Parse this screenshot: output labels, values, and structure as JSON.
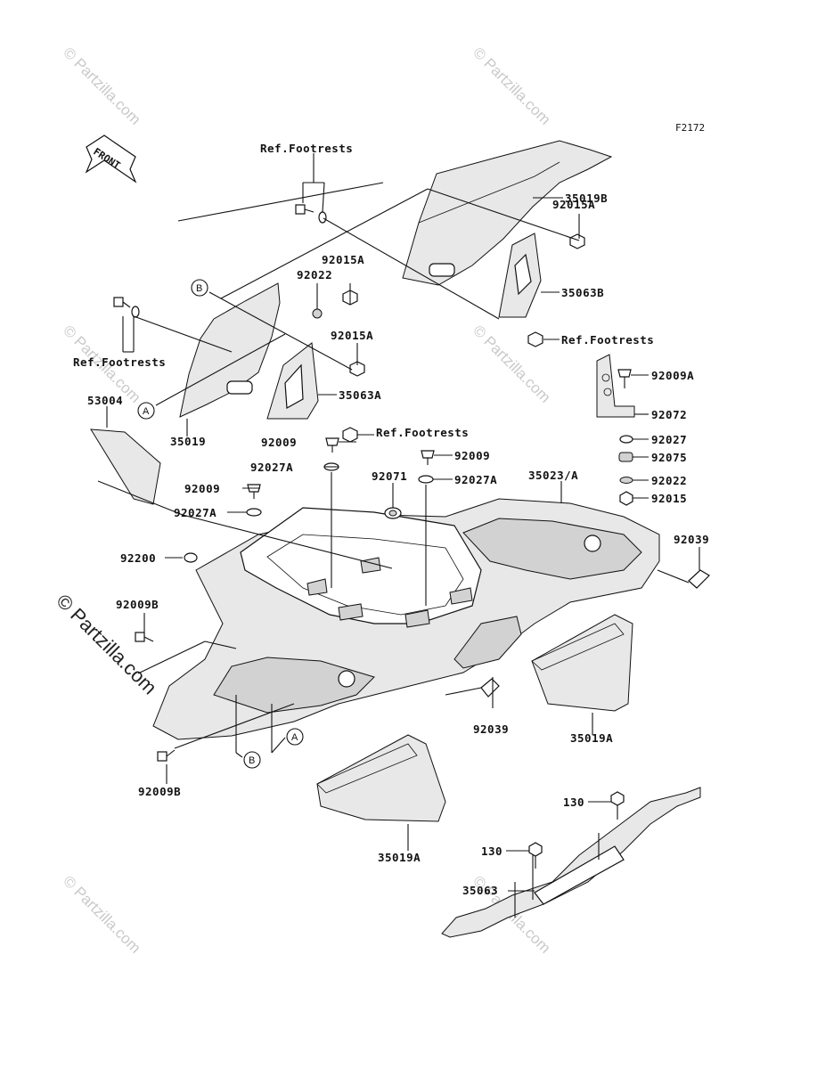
{
  "diagram_code": "F2172",
  "front_label": "FRONT",
  "watermarks": {
    "small": "© Partzilla.com",
    "large": "© Partzilla.com"
  },
  "callouts": [
    {
      "text": "Ref.Footrests"
    },
    {
      "text": "35019B"
    },
    {
      "text": "92015A"
    },
    {
      "text": "35063B"
    },
    {
      "text": "Ref.Footrests"
    },
    {
      "text": "92015A"
    },
    {
      "text": "92022"
    },
    {
      "text": "Ref.Footrests"
    },
    {
      "text": "92015A"
    },
    {
      "text": "35063A"
    },
    {
      "text": "Ref.Footrests"
    },
    {
      "text": "35019"
    },
    {
      "text": "53004"
    },
    {
      "text": "92009A"
    },
    {
      "text": "92072"
    },
    {
      "text": "92027"
    },
    {
      "text": "92075"
    },
    {
      "text": "92022"
    },
    {
      "text": "92015"
    },
    {
      "text": "92009"
    },
    {
      "text": "92027A"
    },
    {
      "text": "92009"
    },
    {
      "text": "92027A"
    },
    {
      "text": "92071"
    },
    {
      "text": "35023/A"
    },
    {
      "text": "92009"
    },
    {
      "text": "92027A"
    },
    {
      "text": "92200"
    },
    {
      "text": "92039"
    },
    {
      "text": "92009B"
    },
    {
      "text": "92039"
    },
    {
      "text": "35019A"
    },
    {
      "text": "92009B"
    },
    {
      "text": "35019A"
    },
    {
      "text": "130"
    },
    {
      "text": "130"
    },
    {
      "text": "35063"
    }
  ],
  "reference_markers": [
    "A",
    "B",
    "A",
    "B"
  ]
}
